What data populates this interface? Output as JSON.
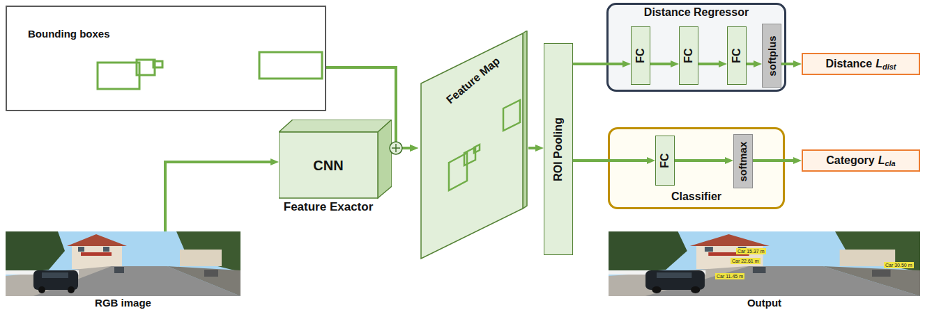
{
  "diagram": {
    "nodes": [
      {
        "text": [
          "Bounding boxes"
        ]
      },
      {
        "text": [
          "CNN",
          "Feature Exactor"
        ]
      },
      {
        "text": [
          "RGB image"
        ]
      },
      {
        "text": [
          "Feature Map"
        ]
      },
      {
        "text": [
          "ROI Pooling"
        ]
      },
      {
        "text": [
          "Distance Regressor"
        ]
      },
      {
        "text": [
          "FC"
        ],
        "in": 5
      },
      {
        "text": [
          "FC"
        ],
        "in": 5
      },
      {
        "text": [
          "FC"
        ],
        "in": 5
      },
      {
        "text": [
          "softplus"
        ],
        "in": 5
      },
      {
        "text": [
          "Distance",
          "L",
          "dist"
        ]
      },
      {
        "text": [
          "Classifier"
        ]
      },
      {
        "text": [
          "FC"
        ],
        "in": 11
      },
      {
        "text": [
          "softmax"
        ],
        "in": 11
      },
      {
        "text": [
          "Category",
          "L",
          "cla"
        ]
      },
      {
        "text": [
          "Output"
        ]
      }
    ],
    "edges": [
      {
        "from": 0,
        "to": 3,
        "arrow": "to"
      },
      {
        "from": 2,
        "to": 1,
        "arrow": "to"
      },
      {
        "from": 1,
        "to": 3,
        "arrow": "to"
      },
      {
        "from": 3,
        "to": 4,
        "arrow": "to"
      },
      {
        "from": 4,
        "to": 6,
        "arrow": "to"
      },
      {
        "from": 6,
        "to": 7,
        "arrow": "to"
      },
      {
        "from": 7,
        "to": 8,
        "arrow": "to"
      },
      {
        "from": 8,
        "to": 9,
        "arrow": "to"
      },
      {
        "from": 9,
        "to": 10,
        "arrow": "to"
      },
      {
        "from": 4,
        "to": 12,
        "arrow": "to"
      },
      {
        "from": 12,
        "to": 13,
        "arrow": "to"
      },
      {
        "from": 13,
        "to": 14,
        "arrow": "to"
      }
    ],
    "labels": [
      "Car 15.37 m",
      "Car 22.61 m",
      "Car 11.45 m",
      "Car 30.50 m"
    ]
  }
}
